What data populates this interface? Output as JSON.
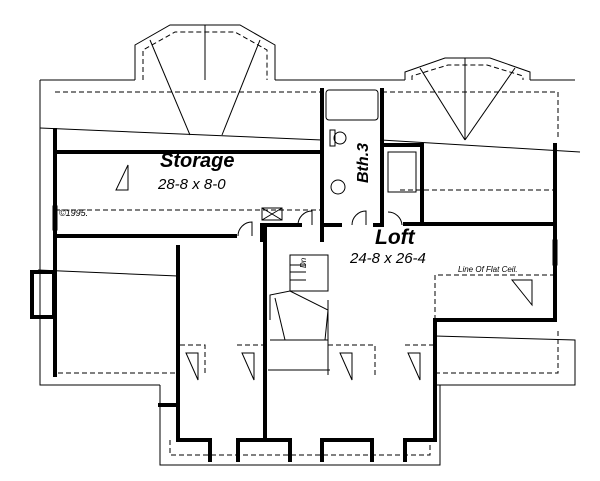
{
  "rooms": {
    "storage": {
      "name": "Storage",
      "size": "28-8 x 8-0"
    },
    "bath": {
      "name": "Bth.3"
    },
    "loft": {
      "name": "Loft",
      "size": "24-8 x 26-4"
    }
  },
  "annotations": {
    "flat_ceiling": "Line Of Flat Ceil.",
    "stairs": "Dn",
    "copyright": "©1995."
  },
  "colors": {
    "ink": "#000000",
    "paper": "#ffffff"
  }
}
